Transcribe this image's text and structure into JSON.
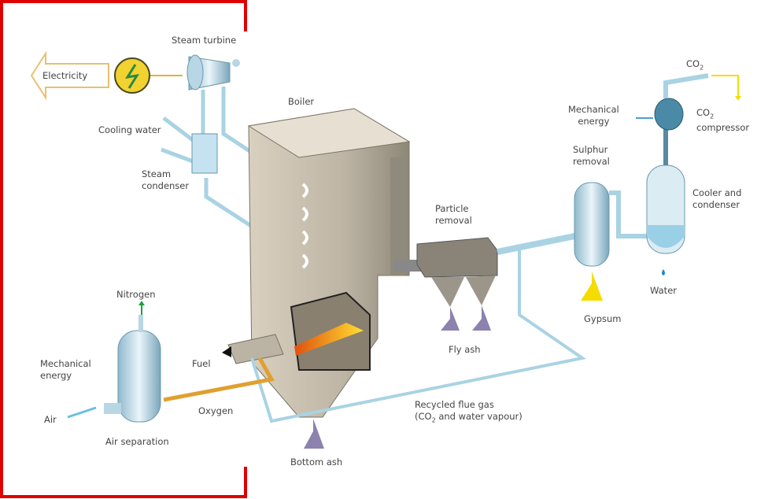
{
  "labels": {
    "electricity": "Electricity",
    "steam_turbine": "Steam turbine",
    "boiler": "Boiler",
    "cooling_water": "Cooling water",
    "steam_condenser_1": "Steam",
    "steam_condenser_2": "condenser",
    "particle_removal_1": "Particle",
    "particle_removal_2": "removal",
    "sulphur_removal_1": "Sulphur",
    "sulphur_removal_2": "removal",
    "co2_top": "CO",
    "co2_top_sub": "2",
    "mech_energy_right_1": "Mechanical",
    "mech_energy_right_2": "energy",
    "co2_compressor_1": "CO",
    "co2_compressor_sub": "2",
    "co2_compressor_2": "compressor",
    "cooler_condenser_1": "Cooler and",
    "cooler_condenser_2": "condenser",
    "water": "Water",
    "gypsum": "Gypsum",
    "fly_ash": "Fly ash",
    "nitrogen": "Nitrogen",
    "mech_energy_left_1": "Mechanical",
    "mech_energy_left_2": "energy",
    "fuel": "Fuel",
    "air": "Air",
    "oxygen": "Oxygen",
    "air_separation": "Air separation",
    "recycled_1": "Recycled flue gas",
    "recycled_2a": "(CO",
    "recycled_2_sub": "2",
    "recycled_2b": " and water vapour)",
    "bottom_ash": "Bottom ash"
  },
  "colors": {
    "highlight_frame": "#e00000",
    "pipe": "#a9d3e3",
    "equipment": "#9cc4d6",
    "boiler": "#cfc6b6",
    "oxygen": "#e0a030",
    "electricity": "#f2d230",
    "ash": "#8c82ad",
    "gypsum": "#f5dc00",
    "nitrogen_arrow": "#20a040"
  }
}
